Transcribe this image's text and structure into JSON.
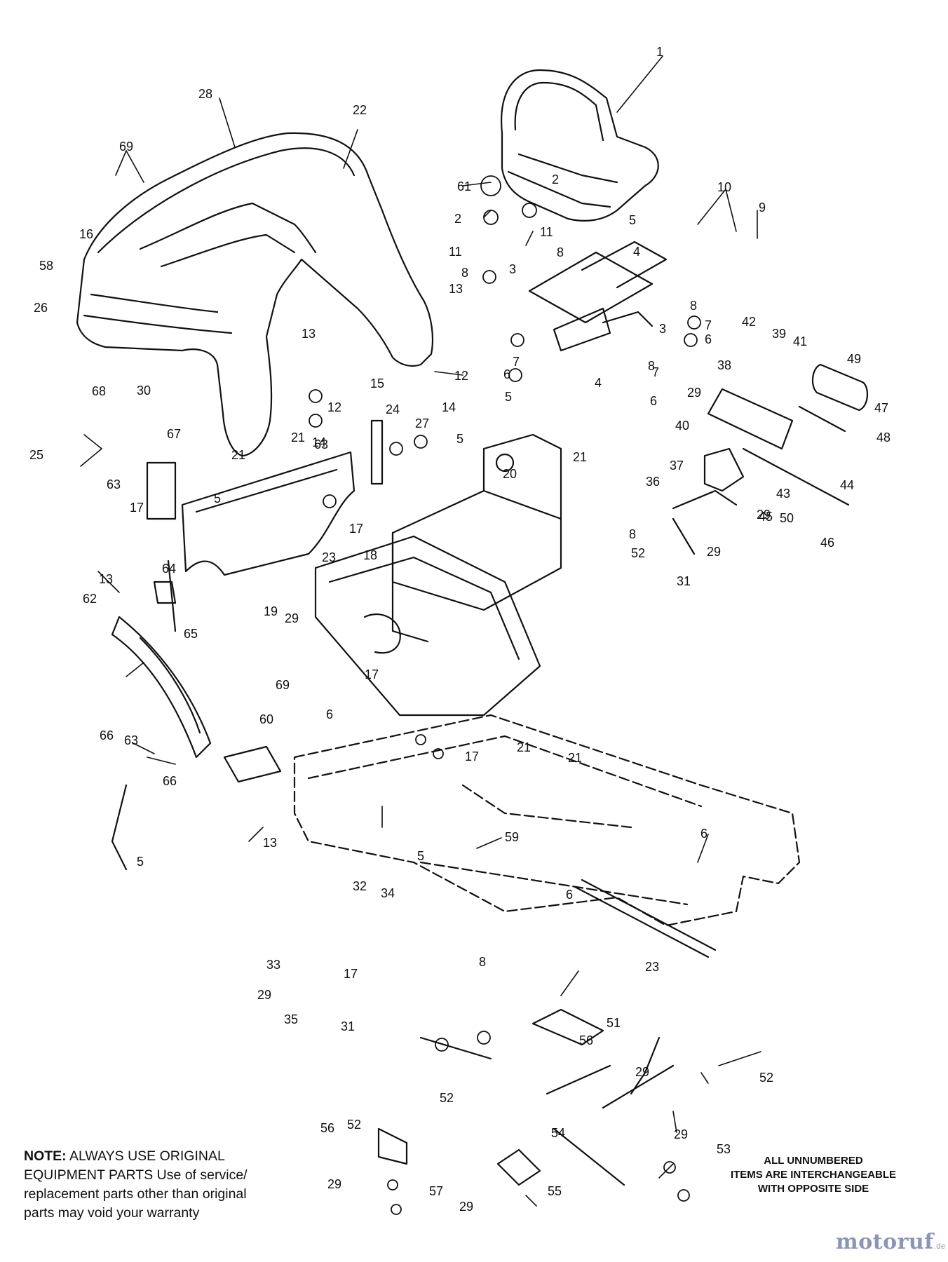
{
  "callouts": [
    "1",
    "2",
    "2",
    "3",
    "3",
    "4",
    "4",
    "5",
    "5",
    "5",
    "5",
    "5",
    "5",
    "6",
    "6",
    "6",
    "6",
    "6",
    "6",
    "7",
    "7",
    "7",
    "8",
    "8",
    "8",
    "8",
    "8",
    "8",
    "9",
    "10",
    "11",
    "11",
    "12",
    "12",
    "13",
    "13",
    "13",
    "13",
    "14",
    "14",
    "15",
    "16",
    "17",
    "17",
    "17",
    "17",
    "17",
    "18",
    "19",
    "20",
    "21",
    "21",
    "21",
    "21",
    "21",
    "22",
    "23",
    "23",
    "24",
    "25",
    "26",
    "27",
    "28",
    "29",
    "29",
    "29",
    "29",
    "29",
    "29",
    "29",
    "29",
    "29",
    "30",
    "31",
    "31",
    "32",
    "33",
    "34",
    "35",
    "36",
    "37",
    "38",
    "39",
    "40",
    "41",
    "42",
    "43",
    "44",
    "45",
    "46",
    "47",
    "48",
    "49",
    "50",
    "51",
    "52",
    "52",
    "52",
    "52",
    "53",
    "54",
    "55",
    "56",
    "56",
    "57",
    "58",
    "59",
    "60",
    "61",
    "62",
    "63",
    "63",
    "63",
    "64",
    "65",
    "66",
    "66",
    "67",
    "68",
    "69",
    "69"
  ],
  "note": {
    "lead": "NOTE:",
    "line1": "ALWAYS USE ORIGINAL",
    "line2": "EQUIPMENT PARTS Use of service/",
    "line3": "replacement parts other than original",
    "line4": "parts may void your warranty"
  },
  "interchangeable": {
    "line1": "ALL UNNUMBERED",
    "line2": "ITEMS ARE INTERCHANGEABLE",
    "line3": "WITH OPPOSITE SIDE"
  },
  "watermark": {
    "name": "motoruf",
    "suffix": ".de"
  },
  "colors": {
    "ink": "#111111",
    "watermark": "#8b95b8"
  }
}
